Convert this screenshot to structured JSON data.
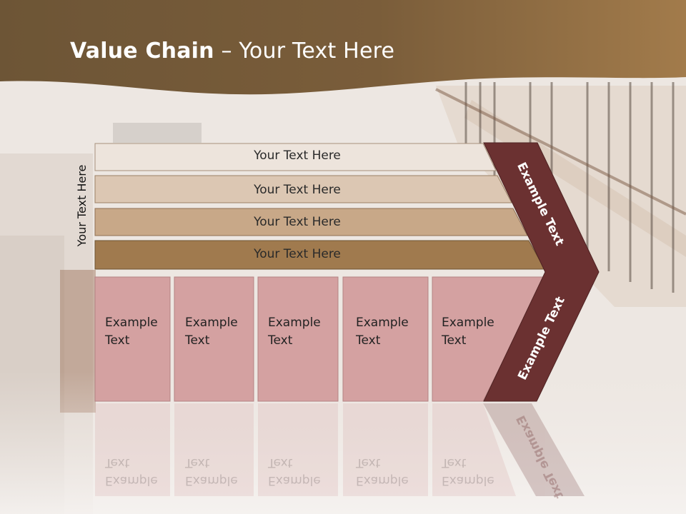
{
  "slide": {
    "title_bold": "Value Chain",
    "title_rest": " – Your Text Here",
    "side_label": "Your Text Here"
  },
  "bars": [
    {
      "label": "Your Text Here",
      "color": "#ede4dc"
    },
    {
      "label": "Your Text Here",
      "color": "#dcc7b3"
    },
    {
      "label": "Your Text Here",
      "color": "#c8a888"
    },
    {
      "label": "Your Text Here",
      "color": "#a07a4e"
    }
  ],
  "columns": [
    {
      "line1": "Example",
      "line2": "Text"
    },
    {
      "line1": "Example",
      "line2": "Text"
    },
    {
      "line1": "Example",
      "line2": "Text"
    },
    {
      "line1": "Example",
      "line2": "Text"
    },
    {
      "line1": "Example",
      "line2": "Text"
    }
  ],
  "chevron": {
    "upper_label": "Example Text",
    "lower_label": "Example Text",
    "color": "#6b3131"
  },
  "colors": {
    "header_brown_dark": "#6b5233",
    "header_brown_light": "#9c7748",
    "column_fill": "#d4a1a1",
    "column_stroke": "#b48484"
  }
}
